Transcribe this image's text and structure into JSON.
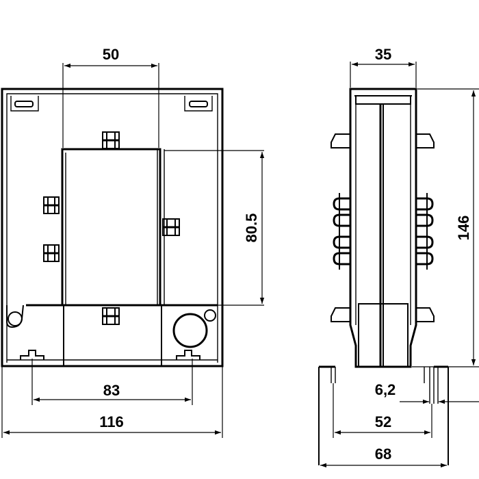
{
  "front_view": {
    "dimensions": {
      "window_width": "50",
      "window_height": "80.5",
      "mounting_pitch": "83",
      "overall_width": "116"
    }
  },
  "side_view": {
    "dimensions": {
      "depth": "35",
      "overall_height": "146",
      "slot_width": "6,2",
      "mounting_pitch": "52",
      "base_width": "68"
    }
  }
}
